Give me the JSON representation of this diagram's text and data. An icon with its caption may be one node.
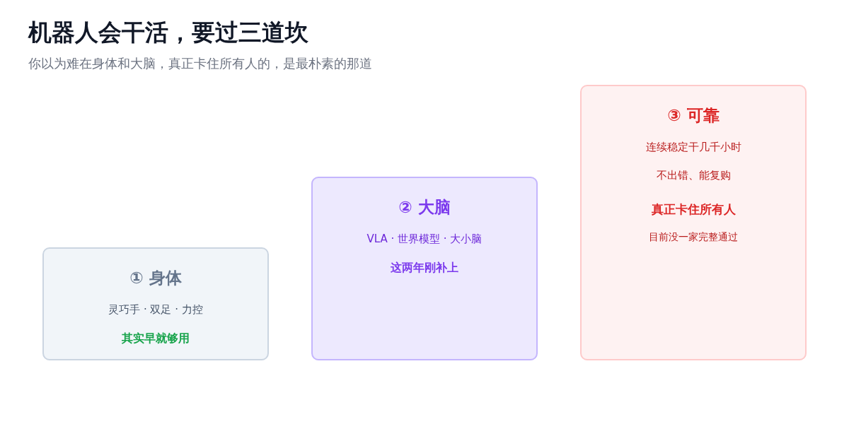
{
  "diagram": {
    "title": "机器人会干活，要过三道坎",
    "caption": "你以为难在身体和大脑，真正卡住所有人的，是最朴素的那道",
    "nodes": [
      {
        "text": [
          "① 身体",
          "灵巧手 · 双足 · 力控",
          "其实早就够用"
        ]
      },
      {
        "text": [
          "② 大脑",
          "VLA · 世界模型 · 大小脑",
          "这两年刚补上"
        ]
      },
      {
        "text": [
          "③ 可靠",
          "连续稳定干几千小时",
          "不出错、能复购",
          "真正卡住所有人",
          "目前没一家完整通过"
        ]
      }
    ]
  }
}
